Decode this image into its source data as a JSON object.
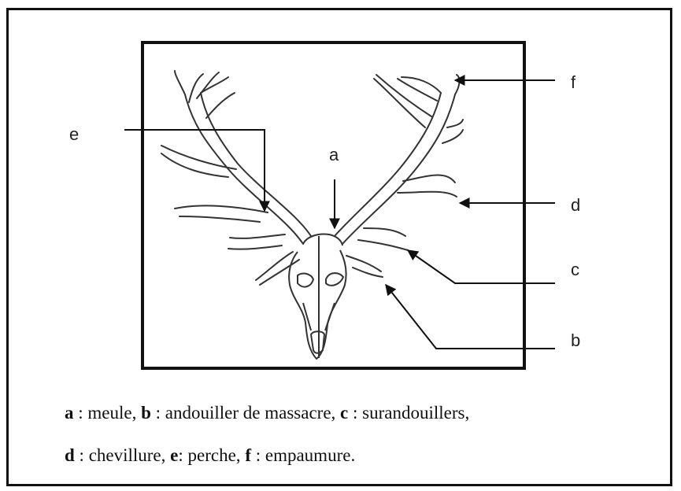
{
  "labels": {
    "a": "a",
    "b": "b",
    "c": "c",
    "d": "d",
    "e": "e",
    "f": "f"
  },
  "caption": {
    "line1": [
      {
        "key": "a",
        "sep": " : ",
        "text": "meule, "
      },
      {
        "key": "b",
        "sep": " : ",
        "text": "andouiller de massacre, "
      },
      {
        "key": "c",
        "sep": " : ",
        "text": "surandouillers,"
      }
    ],
    "line2": [
      {
        "key": "d",
        "sep": " : ",
        "text": "chevillure, "
      },
      {
        "key": "e",
        "sep": ": ",
        "text": "perche, "
      },
      {
        "key": "f",
        "sep": " : ",
        "text": "empaumure."
      }
    ]
  }
}
